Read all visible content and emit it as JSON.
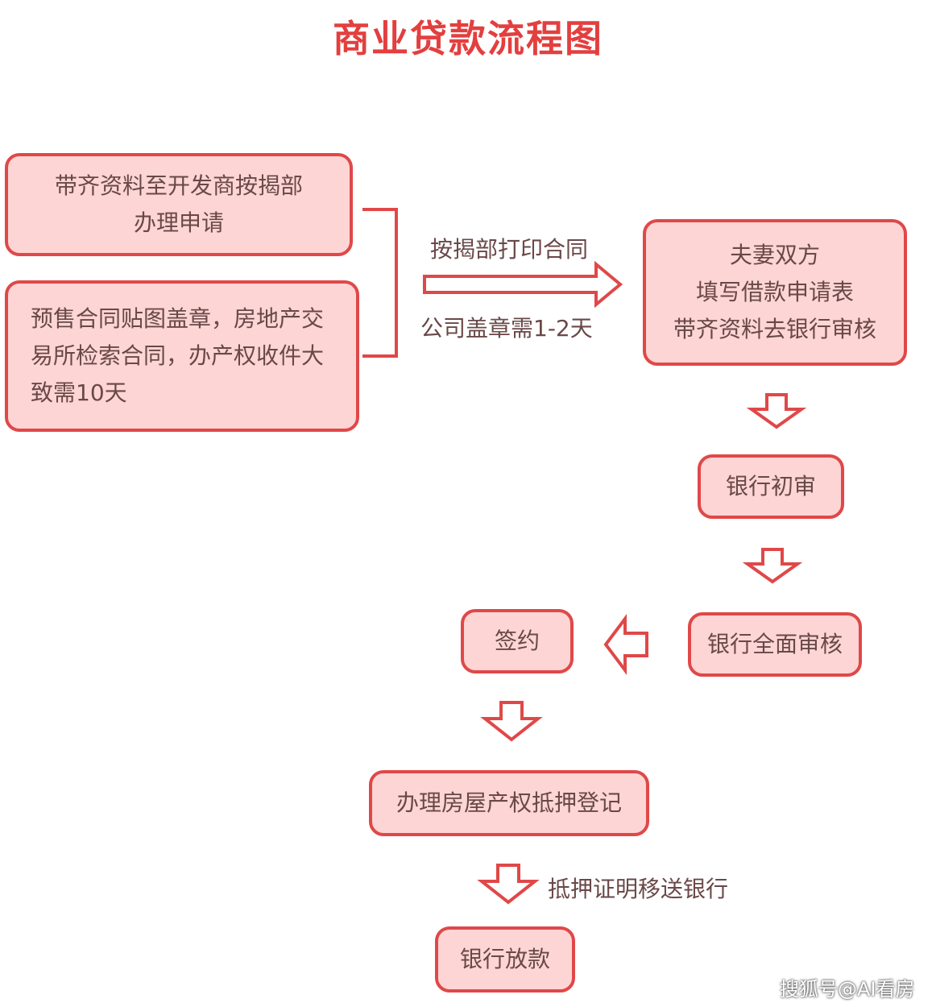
{
  "title": "商业贷款流程图",
  "colors": {
    "accent": "#e04848",
    "fill": "#fdd5d5",
    "text": "#6a4848"
  },
  "steps": {
    "apply": {
      "lines": [
        "带齐资料至开发商按揭部",
        "办理申请"
      ]
    },
    "presale": {
      "lines": [
        "预售合同贴图盖章，房地产交",
        "易所检索合同，办产权收件大",
        "致需10天"
      ]
    },
    "couple": {
      "lines": [
        "夫妻双方",
        "填写借款申请表",
        "带齐资料去银行审核"
      ]
    },
    "initial_review": "银行初审",
    "full_review": "银行全面审核",
    "sign": "签约",
    "mortgage_register": "办理房屋产权抵押登记",
    "loan_release": "银行放款"
  },
  "labels": {
    "print_contract": "按揭部打印合同",
    "seal_days": "公司盖章需1-2天",
    "transfer_bank": "抵押证明移送银行"
  },
  "watermark": "搜狐号@AI看房"
}
